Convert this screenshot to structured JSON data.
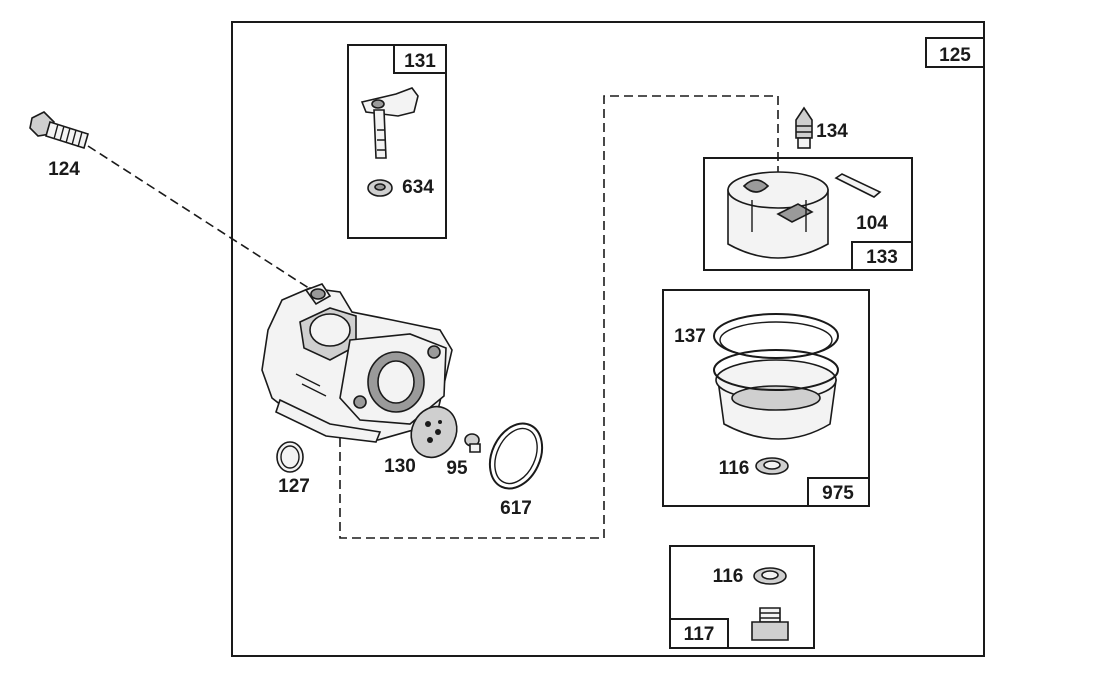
{
  "diagram": {
    "labels": {
      "p124": "124",
      "p125": "125",
      "p131": "131",
      "p634": "634",
      "p134": "134",
      "p104": "104",
      "p133": "133",
      "p137": "137",
      "p116a": "116",
      "p975": "975",
      "p116b": "116",
      "p117": "117",
      "p127": "127",
      "p130": "130",
      "p95": "95",
      "p617": "617"
    }
  }
}
